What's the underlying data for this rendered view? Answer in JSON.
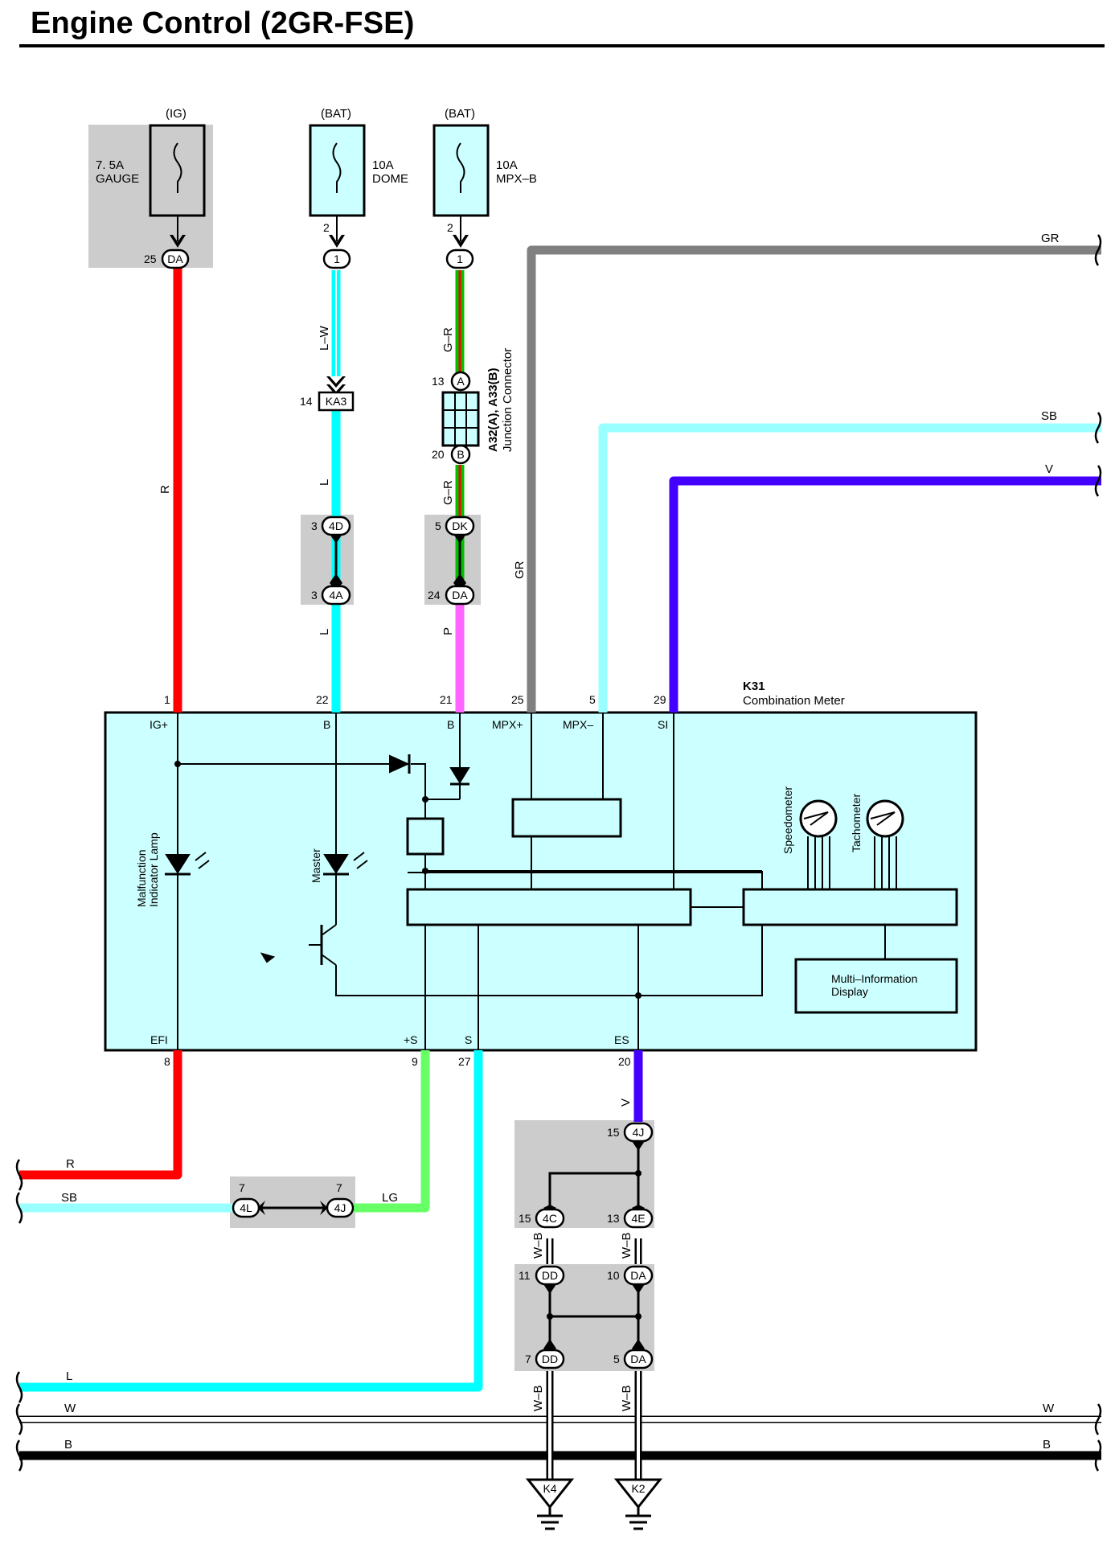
{
  "title": "Engine Control (2GR-FSE)",
  "sources": {
    "ig": "(IG)",
    "bat1": "(BAT)",
    "bat2": "(BAT)"
  },
  "fuses": {
    "gauge": {
      "amp": "7. 5A",
      "name": "GAUGE"
    },
    "dome": {
      "amp": "10A",
      "name": "DOME"
    },
    "mpxb": {
      "amp": "10A",
      "name": "MPX–B"
    }
  },
  "connectors": {
    "da": "DA",
    "c1": "1",
    "ka3": "KA3",
    "a": "A",
    "b": "B",
    "c4d": "4D",
    "c4a": "4A",
    "dk": "DK",
    "dd": "DD",
    "c4j": "4J",
    "c4c": "4C",
    "c4e": "4E",
    "c4l": "4L"
  },
  "pins": {
    "p25": "25",
    "p2": "2",
    "p14": "14",
    "p13": "13",
    "p20": "20",
    "p3": "3",
    "p5": "5",
    "p24": "24",
    "p1": "1",
    "p22": "22",
    "p21": "21",
    "p29": "29",
    "p8": "8",
    "p9": "9",
    "p27": "27",
    "p7": "7",
    "p15": "15",
    "p11": "11",
    "p10": "10"
  },
  "wires": {
    "r": "R",
    "lw": "L–W",
    "l": "L",
    "gr_wire": "G–R",
    "p": "P",
    "gr": "GR",
    "sb": "SB",
    "v": "V",
    "lg": "LG",
    "w": "W",
    "b": "B",
    "wb": "W–B"
  },
  "junction": {
    "id": "A32(A), A33(B)",
    "name": "Junction Connector"
  },
  "meter": {
    "id": "K31",
    "name": "Combination Meter"
  },
  "terminals": {
    "igp": "IG+",
    "b": "B",
    "mpxp": "MPX+",
    "mpxm": "MPX–",
    "si": "SI",
    "efi": "EFI",
    "plus_s": "+S",
    "s": "S",
    "es": "ES"
  },
  "components": {
    "mil1": "Malfunction",
    "mil2": "Indicator Lamp",
    "master": "Master",
    "speedometer": "Speedometer",
    "tachometer": "Tachometer",
    "mid1": "Multi–Information",
    "mid2": "Display"
  },
  "grounds": {
    "k4": "K4",
    "k2": "K2"
  },
  "colors": {
    "red": "#ff0000",
    "cyan": "#00ffff",
    "green": "#00c000",
    "pink": "#ff66ff",
    "gray": "#808080",
    "light_blue": "#99ffff",
    "violet": "#4400ff",
    "light_green": "#66ff66",
    "meter_fill": "#ccffff",
    "shade": "#cccccc"
  }
}
